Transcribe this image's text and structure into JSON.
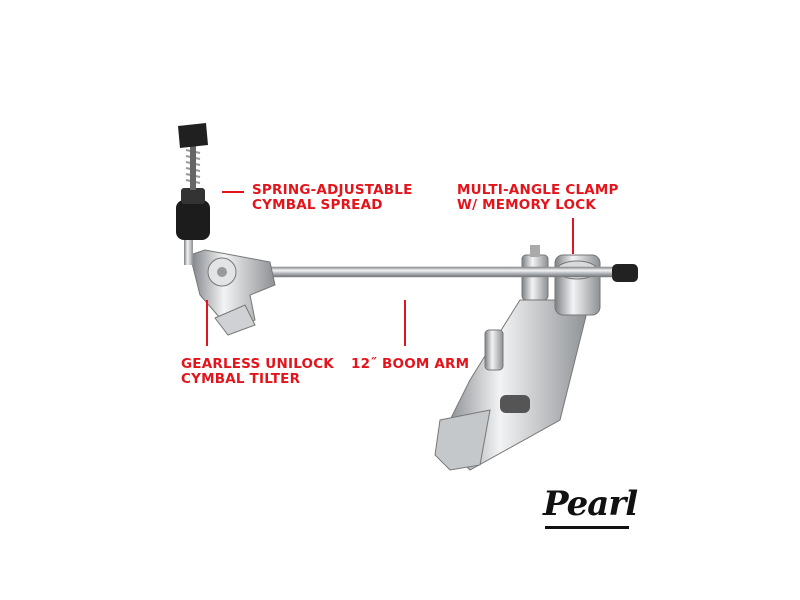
{
  "callouts": {
    "spring": {
      "line1": "SPRING-ADJUSTABLE",
      "line2": "CYMBAL SPREAD"
    },
    "clamp": {
      "line1": "MULTI-ANGLE CLAMP",
      "line2": "W/ MEMORY LOCK"
    },
    "tilter": {
      "line1": "GEARLESS UNILOCK",
      "line2": "CYMBAL TILTER"
    },
    "arm": {
      "line1": "12˝ BOOM ARM"
    }
  },
  "logo": {
    "text": "Pearl"
  },
  "colors": {
    "accent": "#e3141b",
    "background": "#ffffff"
  }
}
